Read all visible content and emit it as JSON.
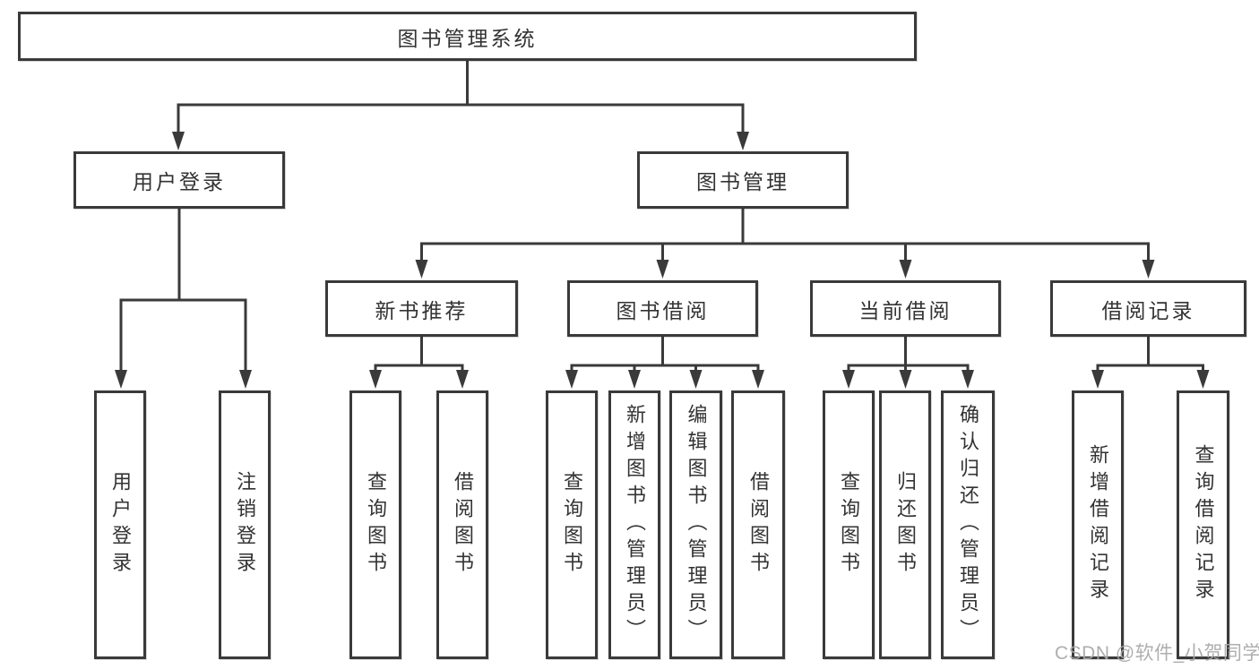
{
  "diagram": {
    "root": {
      "label": "图书管理系统"
    },
    "branches": [
      {
        "label": "用户登录",
        "children": [
          {
            "label": "用户登录"
          },
          {
            "label": "注销登录"
          }
        ]
      },
      {
        "label": "图书管理",
        "children": [
          {
            "label": "新书推荐",
            "children": [
              {
                "label": "查询图书"
              },
              {
                "label": "借阅图书"
              }
            ]
          },
          {
            "label": "图书借阅",
            "children": [
              {
                "label": "查询图书"
              },
              {
                "label": "新增图书（管理员）"
              },
              {
                "label": "编辑图书（管理员）"
              },
              {
                "label": "借阅图书"
              }
            ]
          },
          {
            "label": "当前借阅",
            "children": [
              {
                "label": "查询图书"
              },
              {
                "label": "归还图书"
              },
              {
                "label": "确认归还（管理员）"
              }
            ]
          },
          {
            "label": "借阅记录",
            "children": [
              {
                "label": "新增借阅记录"
              },
              {
                "label": "查询借阅记录"
              }
            ]
          }
        ]
      }
    ]
  },
  "watermark": {
    "text": "CSDN @软件_小贺同学"
  },
  "colors": {
    "line": "#3a3a3a",
    "text": "#333333",
    "watermark": "#a8a8a8",
    "background": "#ffffff"
  }
}
